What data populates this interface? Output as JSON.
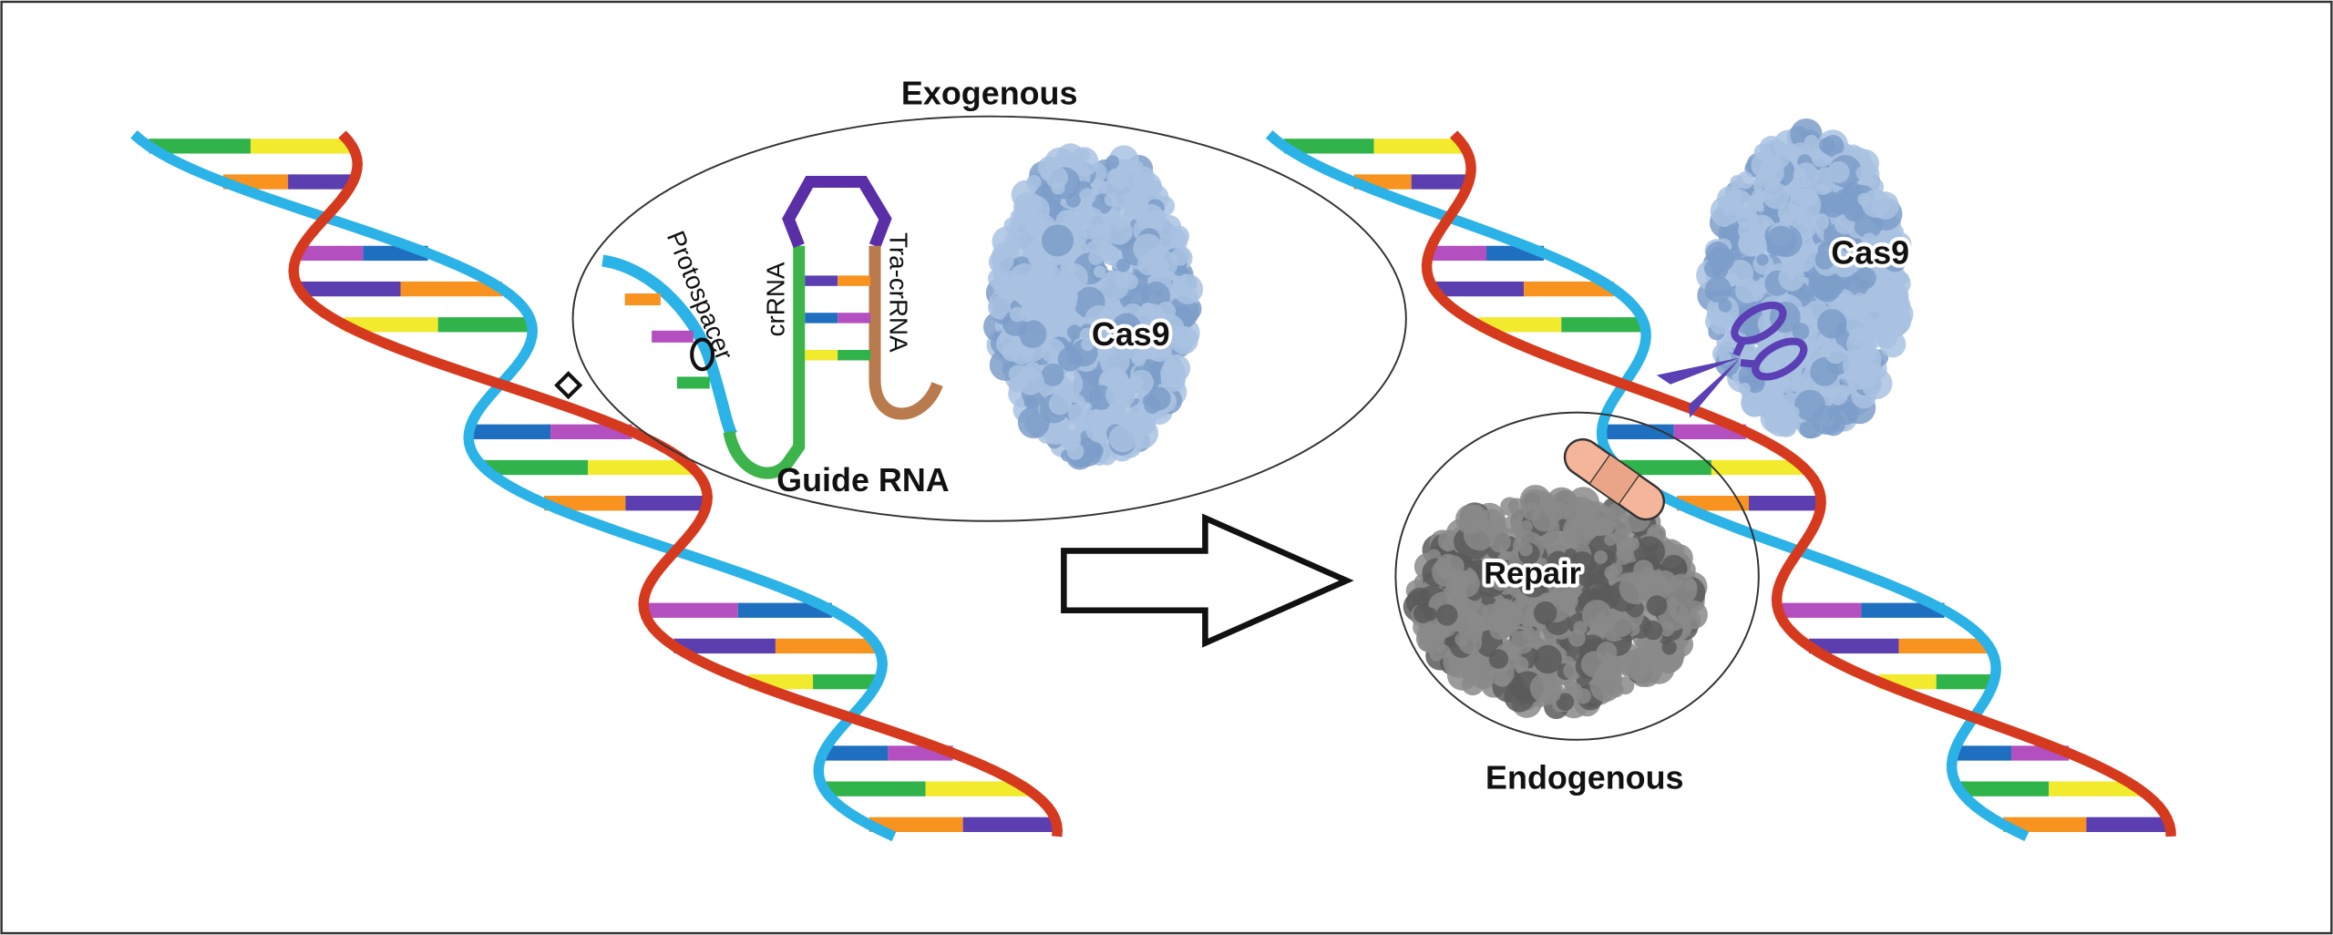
{
  "labels": {
    "exogenous": "Exogenous",
    "endogenous": "Endogenous",
    "guide_rna": "Guide RNA",
    "protospacer": "Protospacer",
    "crrna": "crRNA",
    "tracrrna": "Tra-crRNA",
    "cas9_left": "Cas9",
    "cas9_right": "Cas9",
    "repair": "Repair"
  },
  "colors": {
    "strand_red": "#d63a1e",
    "strand_blue": "#2bb2e6",
    "base_green": "#2fb34a",
    "base_yellow": "#f2ea2c",
    "base_orange": "#f7931e",
    "base_purple": "#5b3fb0",
    "base_magenta": "#b44fc0",
    "base_blue": "#1f6fc0",
    "rna_green": "#3cb44b",
    "rna_loop": "#5a2ea6",
    "tracrrna_brown": "#b97a4e",
    "cas9_protein": "#a9c2e2",
    "repair_protein": "#8a8a8a",
    "scissors": "#5a3fb5",
    "bandage": "#f4b59a"
  },
  "icons": [
    "scissors-icon",
    "bandage-icon",
    "block-arrow-icon"
  ]
}
